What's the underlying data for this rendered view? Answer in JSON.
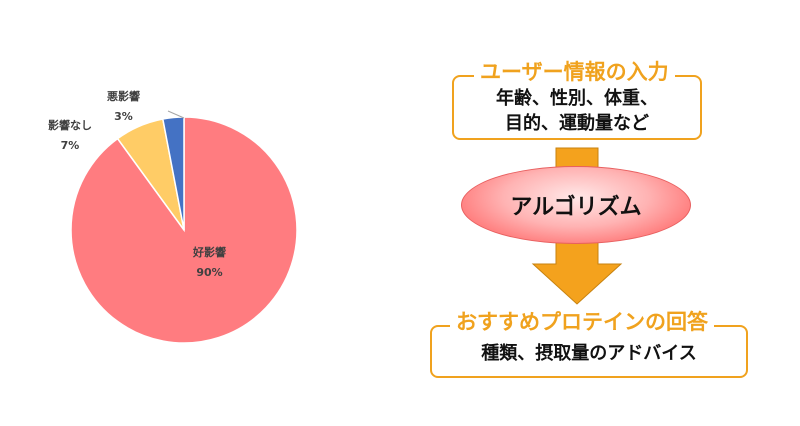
{
  "chart_data": {
    "type": "pie",
    "categories": [
      "好影響",
      "影響なし",
      "悪影響"
    ],
    "values": [
      90,
      7,
      3
    ],
    "value_labels": [
      "90%",
      "7%",
      "3%"
    ],
    "colors": [
      "#ff7c80",
      "#ffcc66",
      "#4472c4"
    ],
    "start": "12 o'clock, clockwise"
  },
  "flow": {
    "input": {
      "title": "ユーザー情報の入力",
      "lines": [
        "年齢、性別、体重、",
        "目的、運動量など"
      ]
    },
    "algorithm": {
      "label": "アルゴリズム"
    },
    "output": {
      "title": "おすすめプロテインの回答",
      "lines": [
        "種類、摂取量のアドバイス"
      ]
    },
    "colors": {
      "accent": "#f0a21e",
      "arrow_fill": "#f4a21d",
      "ellipse": "#ff6b6b"
    }
  }
}
